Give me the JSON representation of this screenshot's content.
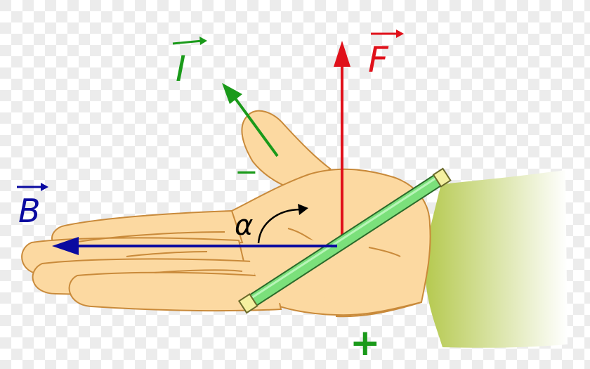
{
  "diagram": {
    "labels": {
      "current": "I",
      "force": "F",
      "field": "B",
      "angle": "α",
      "minus": "−",
      "plus": "+"
    },
    "colors": {
      "background_check_light": "#ffffff",
      "background_check_dark": "#e9e9e9",
      "skin": "#fcd9a1",
      "skin_outline": "#c98a3a",
      "sleeve_dark": "#b8cc52",
      "sleeve_light": "#ffffff",
      "current_arrow": "#1a9a1a",
      "force_arrow": "#e0101a",
      "field_arrow": "#0a0aa0",
      "wire": "#7be07b",
      "wire_outline": "#2a6a2a",
      "wire_cap": "#f4f0a0",
      "angle_arc": "#000000"
    }
  }
}
